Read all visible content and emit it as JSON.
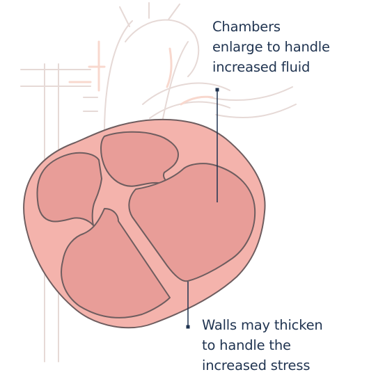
{
  "annotations": {
    "chambers": {
      "line1": "Chambers",
      "line2": "enlarge to handle",
      "line3": "increased fluid"
    },
    "walls": {
      "line1": "Walls may thicken",
      "line2": "to handle the",
      "line3": "increased stress"
    }
  },
  "colors": {
    "vessel_outline": "#e6d9d6",
    "vessel_fill": "#f9f4f3",
    "vessel_faint_accent": "#f8d8ce",
    "heart_outer_fill": "#f4b3ac",
    "heart_chamber_fill": "#e89d98",
    "heart_stroke": "#6e5d5f",
    "label_text": "#1f3350",
    "leader_line": "#1f3350"
  }
}
